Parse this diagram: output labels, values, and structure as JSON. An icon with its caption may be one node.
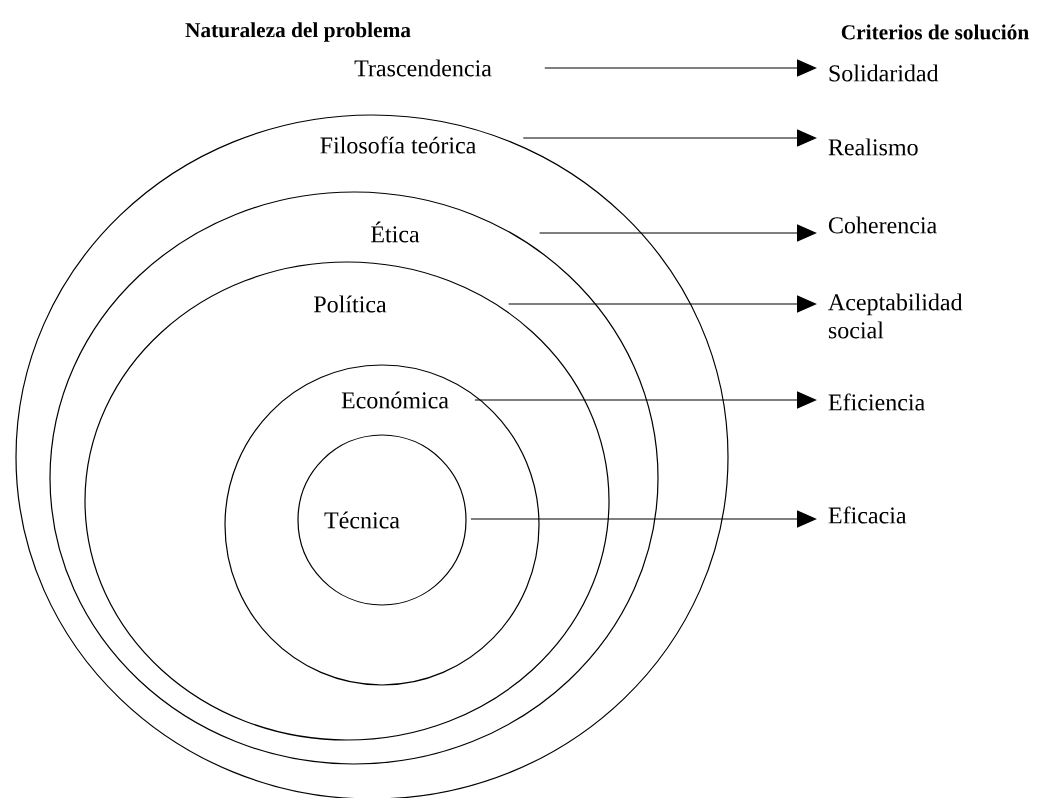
{
  "diagram": {
    "nodes": [
      {
        "text": [
          "Trascendencia"
        ]
      },
      {
        "text": [
          "Filosofía teórica"
        ]
      },
      {
        "text": [
          "Ética"
        ],
        "in": 1
      },
      {
        "text": [
          "Política"
        ],
        "in": 2
      },
      {
        "text": [
          "Económica"
        ],
        "in": 3
      },
      {
        "text": [
          "Técnica"
        ],
        "in": 4
      },
      {
        "text": [
          "Solidaridad"
        ]
      },
      {
        "text": [
          "Realismo"
        ]
      },
      {
        "text": [
          "Coherencia"
        ]
      },
      {
        "text": [
          "Aceptabilidad social"
        ]
      },
      {
        "text": [
          "Eficiencia"
        ]
      },
      {
        "text": [
          "Eficacia"
        ]
      }
    ],
    "edges": [
      {
        "from": 0,
        "to": 6,
        "arrow": "to"
      },
      {
        "from": 1,
        "to": 7,
        "arrow": "to"
      },
      {
        "from": 2,
        "to": 8,
        "arrow": "to"
      },
      {
        "from": 3,
        "to": 9,
        "arrow": "to"
      },
      {
        "from": 4,
        "to": 10,
        "arrow": "to"
      },
      {
        "from": 5,
        "to": 11,
        "arrow": "to"
      }
    ],
    "labels": [
      "Naturaleza del problema",
      "Criterios de solución"
    ]
  }
}
